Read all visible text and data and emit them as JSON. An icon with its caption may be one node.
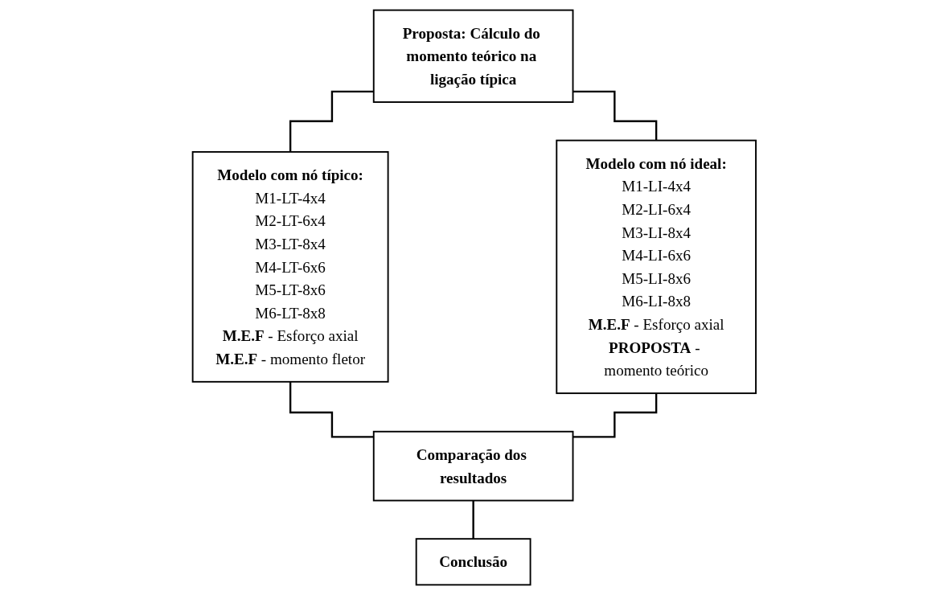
{
  "diagram": {
    "nodes": [
      {
        "text": [
          "Proposta: Cálculo do momento teórico na ligação típica"
        ]
      },
      {
        "text": [
          "Modelo com nó típico:",
          "M1-LT-4x4",
          "M2-LT-6x4",
          "M3-LT-8x4",
          "M4-LT-6x6",
          "M5-LT-8x6",
          "M6-LT-8x8",
          "**M.E.F** - Esforço axial",
          "**M.E.F** - momento fletor"
        ]
      },
      {
        "text": [
          "Modelo com nó ideal:",
          "M1-LI-4x4",
          "M2-LI-6x4",
          "M3-LI-8x4",
          "M4-LI-6x6",
          "M5-LI-8x6",
          "M6-LI-8x8",
          "**M.E.F** - Esforço axial",
          "**PROPOSTA** - momento teórico"
        ]
      },
      {
        "text": [
          "Comparação dos resultados"
        ]
      },
      {
        "text": [
          "Conclusão"
        ]
      }
    ],
    "edges": [
      {
        "from": 0,
        "to": 1,
        "arrow": "none"
      },
      {
        "from": 0,
        "to": 2,
        "arrow": "none"
      },
      {
        "from": 1,
        "to": 3,
        "arrow": "none"
      },
      {
        "from": 2,
        "to": 3,
        "arrow": "none"
      },
      {
        "from": 3,
        "to": 4,
        "arrow": "none"
      }
    ]
  }
}
